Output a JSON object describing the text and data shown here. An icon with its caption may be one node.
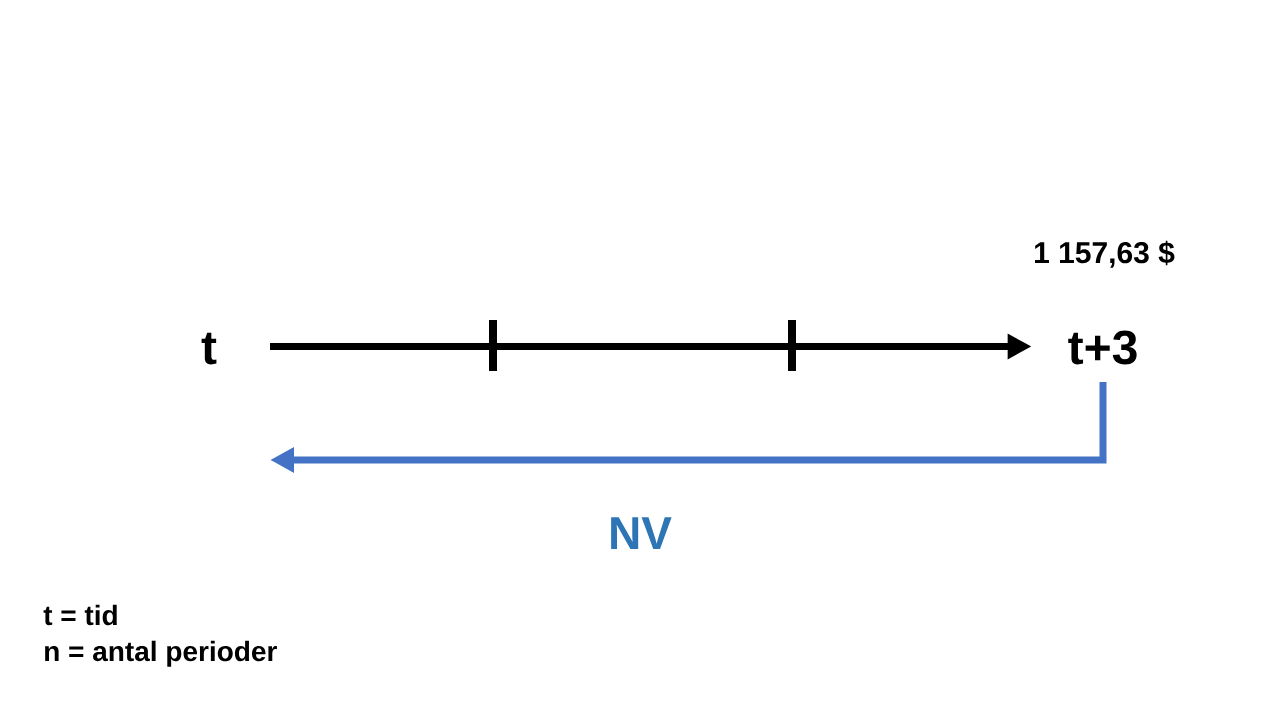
{
  "diagram": {
    "nodes": [
      {
        "text": [
          "t"
        ]
      },
      {
        "text": [
          "t+3"
        ],
        "beside": [
          "1 157,63 $"
        ]
      }
    ],
    "edges": [
      {
        "from": 0,
        "to": 1,
        "arrow": "to"
      },
      {
        "from": 1,
        "to": null,
        "arrow": "to",
        "label": "NV",
        "color": "#4472c4"
      }
    ],
    "labels": [
      "t = tid",
      "n = antal perioder"
    ]
  }
}
